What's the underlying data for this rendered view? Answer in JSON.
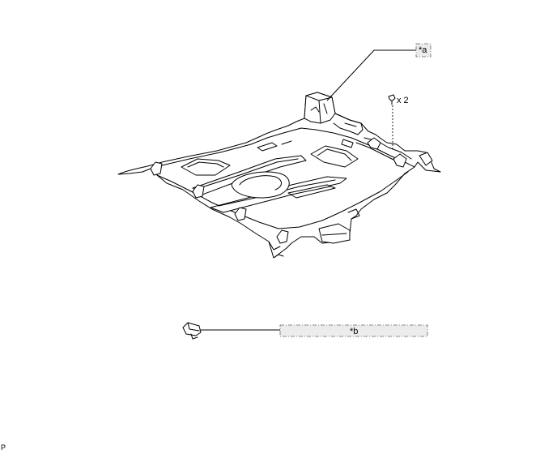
{
  "callouts": {
    "a": {
      "label": "*a"
    },
    "b": {
      "label": "*b"
    }
  },
  "fastener": {
    "quantity_label": "x 2"
  },
  "figure_code": "P"
}
